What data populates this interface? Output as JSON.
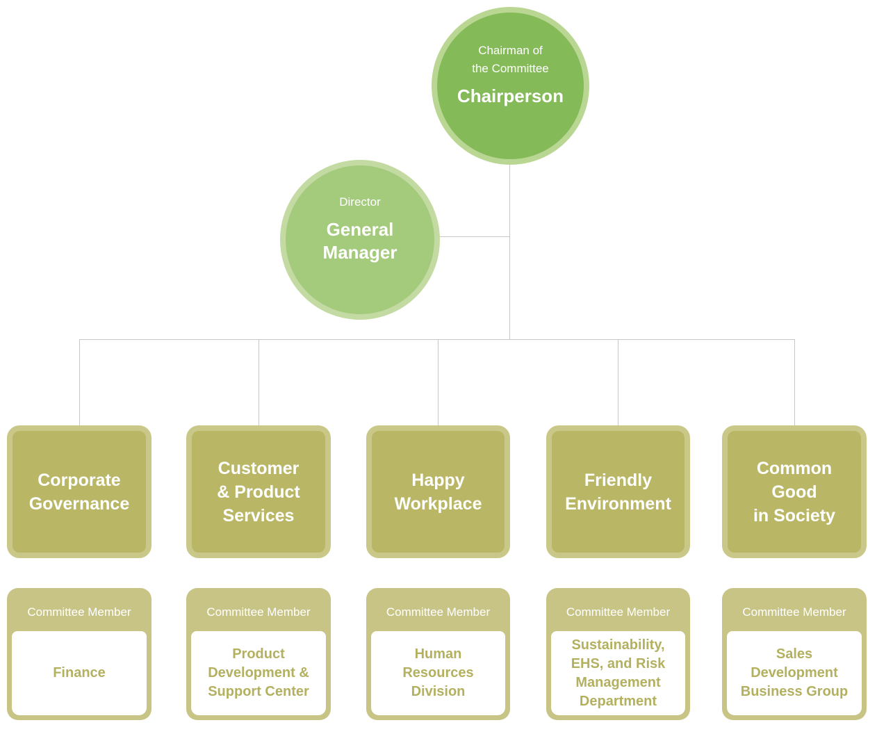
{
  "chart": {
    "type": "org-chart",
    "root": {
      "subtitle": "Chairman of\nthe Committee",
      "title": "Chairperson"
    },
    "assistant": {
      "subtitle": "Director",
      "title": "General\nManager"
    },
    "member_header_label": "Committee Member",
    "committees": [
      {
        "title": "Corporate\nGovernance",
        "member": "Finance"
      },
      {
        "title": "Customer\n& Product\nServices",
        "member": "Product\nDevelopment &\nSupport Center"
      },
      {
        "title": "Happy\nWorkplace",
        "member": "Human\nResources\nDivision"
      },
      {
        "title": "Friendly\nEnvironment",
        "member": "Sustainability,\nEHS, and Risk\nManagement\nDepartment"
      },
      {
        "title": "Common\nGood\nin Society",
        "member": "Sales\nDevelopment\nBusiness Group"
      }
    ],
    "colors": {
      "root_fill": "#84ba58",
      "root_ring": "#b9d793",
      "assistant_fill": "#a4ca7c",
      "assistant_ring": "#c3dba2",
      "box_fill": "#b9b765",
      "box_ring": "#cac888",
      "card_band": "#c7c486",
      "card_body_bg": "#ffffff",
      "card_text": "#b3b060",
      "connector": "#c6c6c6",
      "text_on_fill": "#ffffff"
    }
  }
}
